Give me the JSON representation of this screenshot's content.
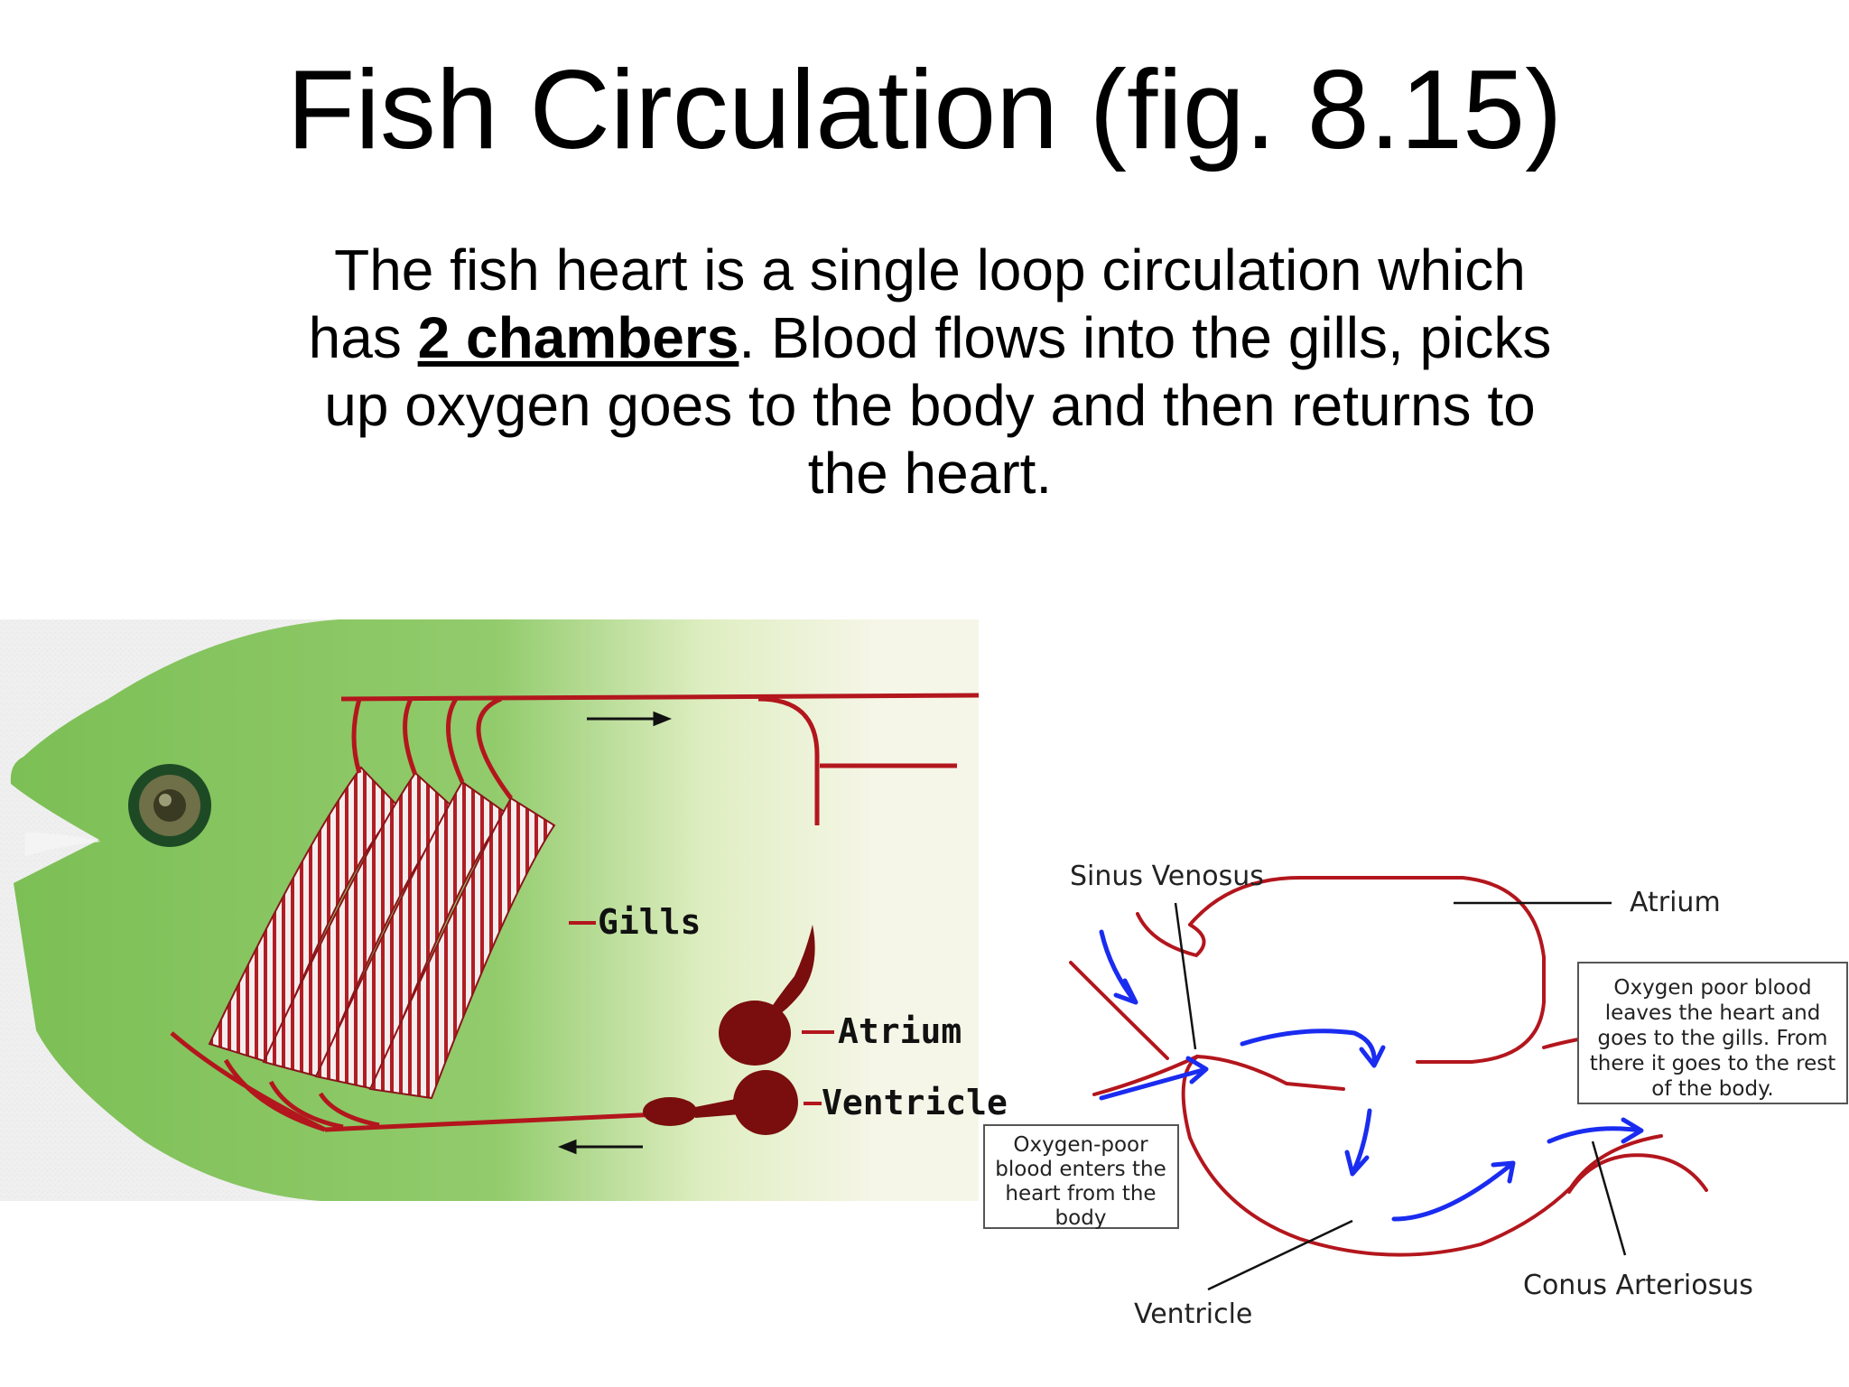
{
  "slide": {
    "title": "Fish Circulation (fig. 8.15)",
    "text_before": "The fish heart is a single loop circulation which has ",
    "text_emphasis": "2 chambers",
    "text_after": ". Blood flows into the gills, picks up oxygen goes to the body and then returns to the heart."
  },
  "fish_diagram": {
    "labels": {
      "gills": "Gills",
      "atrium": "Atrium",
      "ventricle": "Ventricle"
    }
  },
  "heart_diagram": {
    "labels": {
      "sinus_venosus": "Sinus Venosus",
      "atrium": "Atrium",
      "ventricle": "Ventricle",
      "conus_arteriosus": "Conus Arteriosus"
    },
    "box_left": [
      "Oxygen-poor",
      "blood enters the",
      "heart from the",
      "body"
    ],
    "box_right": [
      "Oxygen poor blood",
      "leaves the heart and",
      "goes to the gills.  From",
      "there it goes to the rest",
      "of the body."
    ]
  },
  "colors": {
    "vessel": "#b3161d",
    "heart_dark": "#7a0d0d",
    "fish_green": "#8cc665",
    "flow_arrow": "#1a2cf0"
  }
}
